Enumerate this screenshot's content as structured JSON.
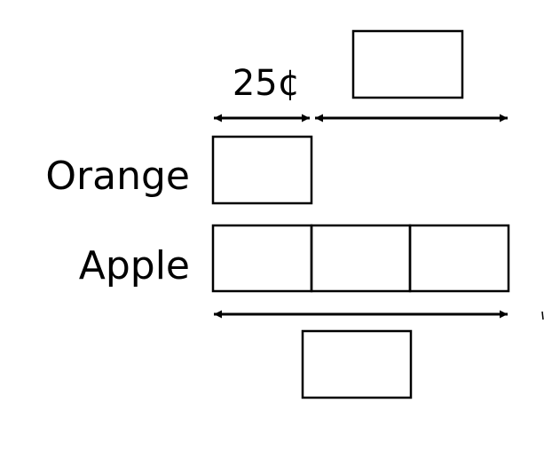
{
  "top_measure": {
    "value": "25¢"
  },
  "rows": {
    "orange_label": "Orange",
    "apple_label": "Apple"
  },
  "model": {
    "orange_units": 1,
    "apple_units": 3
  },
  "colors": {
    "ink": "#000000",
    "background": "#ffffff"
  }
}
